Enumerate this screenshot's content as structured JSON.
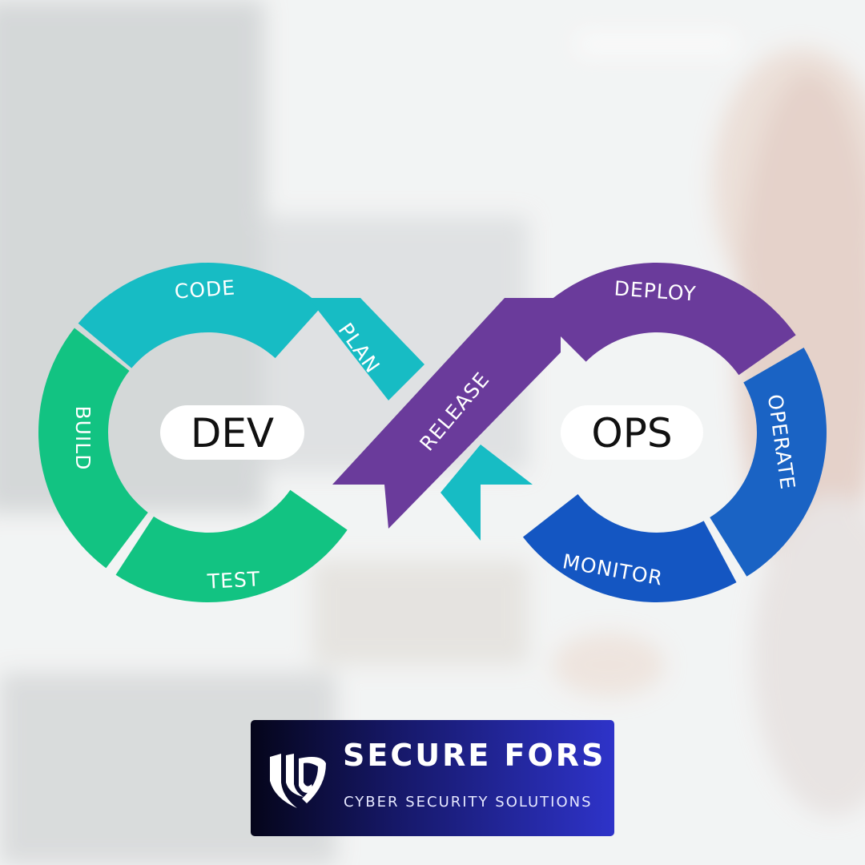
{
  "diagram": {
    "dev_label": "DEV",
    "ops_label": "OPS",
    "stages": {
      "code": "CODE",
      "plan": "PLAN",
      "build": "BUILD",
      "test": "TEST",
      "release": "RELEASE",
      "deploy": "DEPLOY",
      "operate": "OPERATE",
      "monitor": "MONITOR"
    },
    "colors": {
      "teal": "#17bcc4",
      "green": "#12c382",
      "purple": "#6a3b9b",
      "blue": "#1a63c4",
      "dark_blue": "#1456c2"
    }
  },
  "logo": {
    "title": "SECURE FORS",
    "subtitle": "CYBER SECURITY SOLUTIONS"
  }
}
